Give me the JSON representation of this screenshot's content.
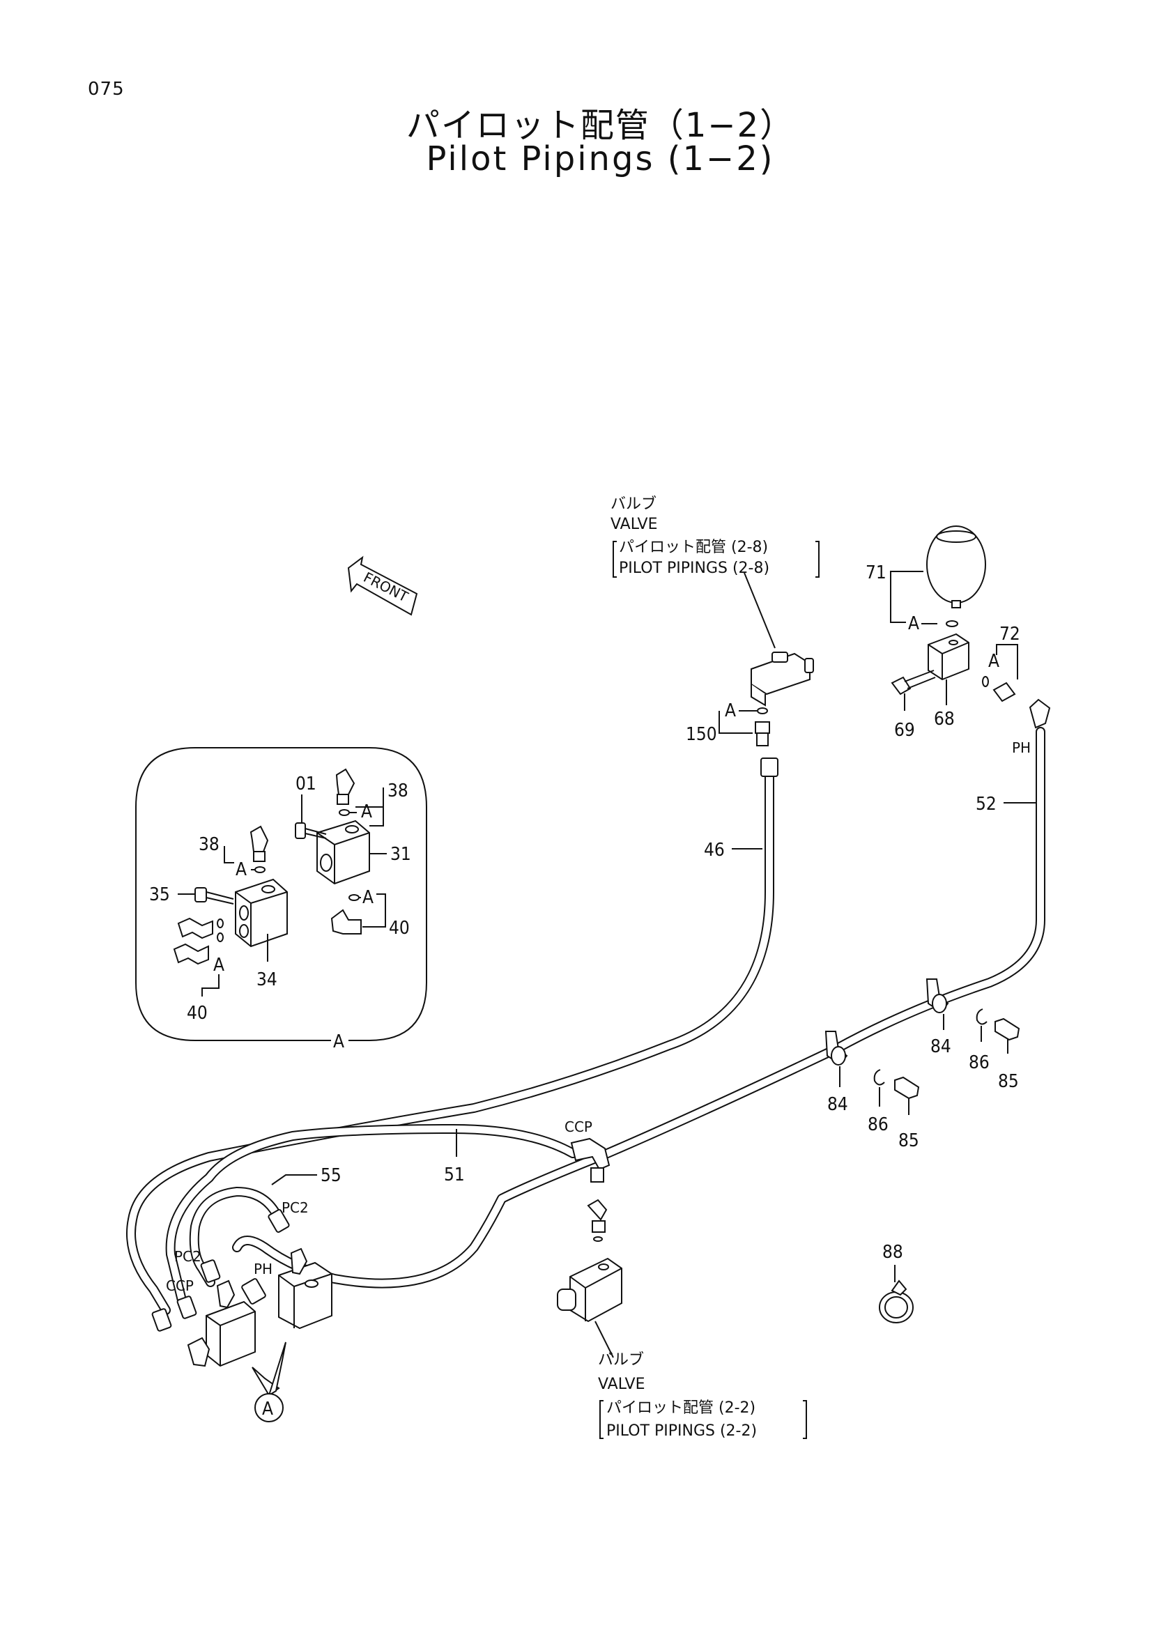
{
  "header": {
    "page_number": "075",
    "title_ja": "パイロット配管（1−2）",
    "title_en": "Pilot Pipings (1−2)"
  },
  "front_arrow": {
    "label": "FRONT"
  },
  "callout_valve_top": {
    "ja": "バルブ",
    "en": "VALVE",
    "ref_ja": "パイロット配管 (2-8)",
    "ref_en": "PILOT PIPINGS (2-8)"
  },
  "callout_valve_bottom": {
    "ja": "バルブ",
    "en": "VALVE",
    "ref_ja": "パイロット配管 (2-2)",
    "ref_en": "PILOT PIPINGS (2-2)"
  },
  "detail_a": {
    "caption": "A",
    "labels": {
      "p01": "01",
      "p38a": "38",
      "p38b": "38",
      "p31": "31",
      "p35": "35",
      "p34": "34",
      "p40a": "40",
      "p40b": "40",
      "a1": "A",
      "a2": "A",
      "a3": "A",
      "a4": "A"
    }
  },
  "parts": {
    "p71": "71",
    "p72": "72",
    "p68": "68",
    "p69": "69",
    "p150": "150",
    "p46": "46",
    "p52": "52",
    "p51": "51",
    "p55": "55",
    "p84a": "84",
    "p84b": "84",
    "p86a": "86",
    "p86b": "86",
    "p85a": "85",
    "p85b": "85",
    "p88": "88",
    "a_71": "A",
    "a_72": "A",
    "a_150": "A",
    "circle_a": "A"
  },
  "ports": {
    "ph_top": "PH",
    "ccp_mid": "CCP",
    "pc2_mid": "PC2",
    "pc2_left": "PC2",
    "ccp_left": "CCP",
    "ph_left": "PH"
  }
}
